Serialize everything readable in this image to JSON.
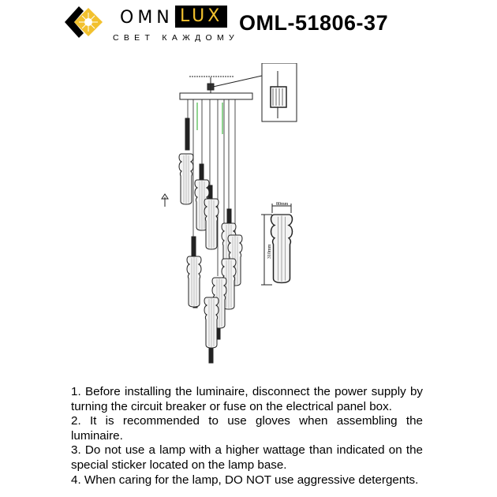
{
  "header": {
    "brand_name_part1": "OMNI",
    "brand_name_part2": "LUX",
    "tagline": "СВЕТ КАЖДОМУ",
    "model_number": "OML-51806-37",
    "logo_icon": "diamond-sun-logo",
    "brand_color": "#f2c12e"
  },
  "drawing": {
    "width_label": "80mm",
    "height_label": "310mm"
  },
  "notes": [
    "1. Before installing the luminaire, disconnect the power supply by turning the circuit breaker or fuse on the electrical panel box.",
    "2. It is recommended to use gloves when assembling the luminaire.",
    "3. Do not use a lamp with a higher wattage than indicated on the special sticker located on the lamp base.",
    "4. When caring for the lamp, DO NOT use aggressive detergents."
  ]
}
